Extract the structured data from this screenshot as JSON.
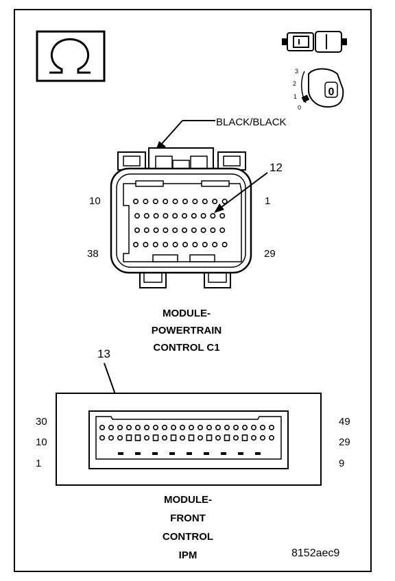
{
  "wire_color": "BLACK/BLACK",
  "pcm": {
    "callout_pin": "12",
    "pin_10": "10",
    "pin_1": "1",
    "pin_38": "38",
    "pin_29": "29",
    "title_lines": [
      "MODULE-",
      "POWERTRAIN",
      "CONTROL C1"
    ]
  },
  "ipm": {
    "callout_pin": "13",
    "pin_30": "30",
    "pin_10": "10",
    "pin_1": "1",
    "pin_49": "49",
    "pin_29": "29",
    "pin_9": "9",
    "title_lines": [
      "MODULE-",
      "FRONT",
      "CONTROL",
      "IPM"
    ]
  },
  "ignition": {
    "positions": [
      "3",
      "2",
      "1",
      "0"
    ],
    "key_label": "0"
  },
  "image_id": "8152aec9",
  "icons": [
    "ohm-symbol-icon",
    "connector-plug-icon",
    "ignition-key-icon"
  ]
}
